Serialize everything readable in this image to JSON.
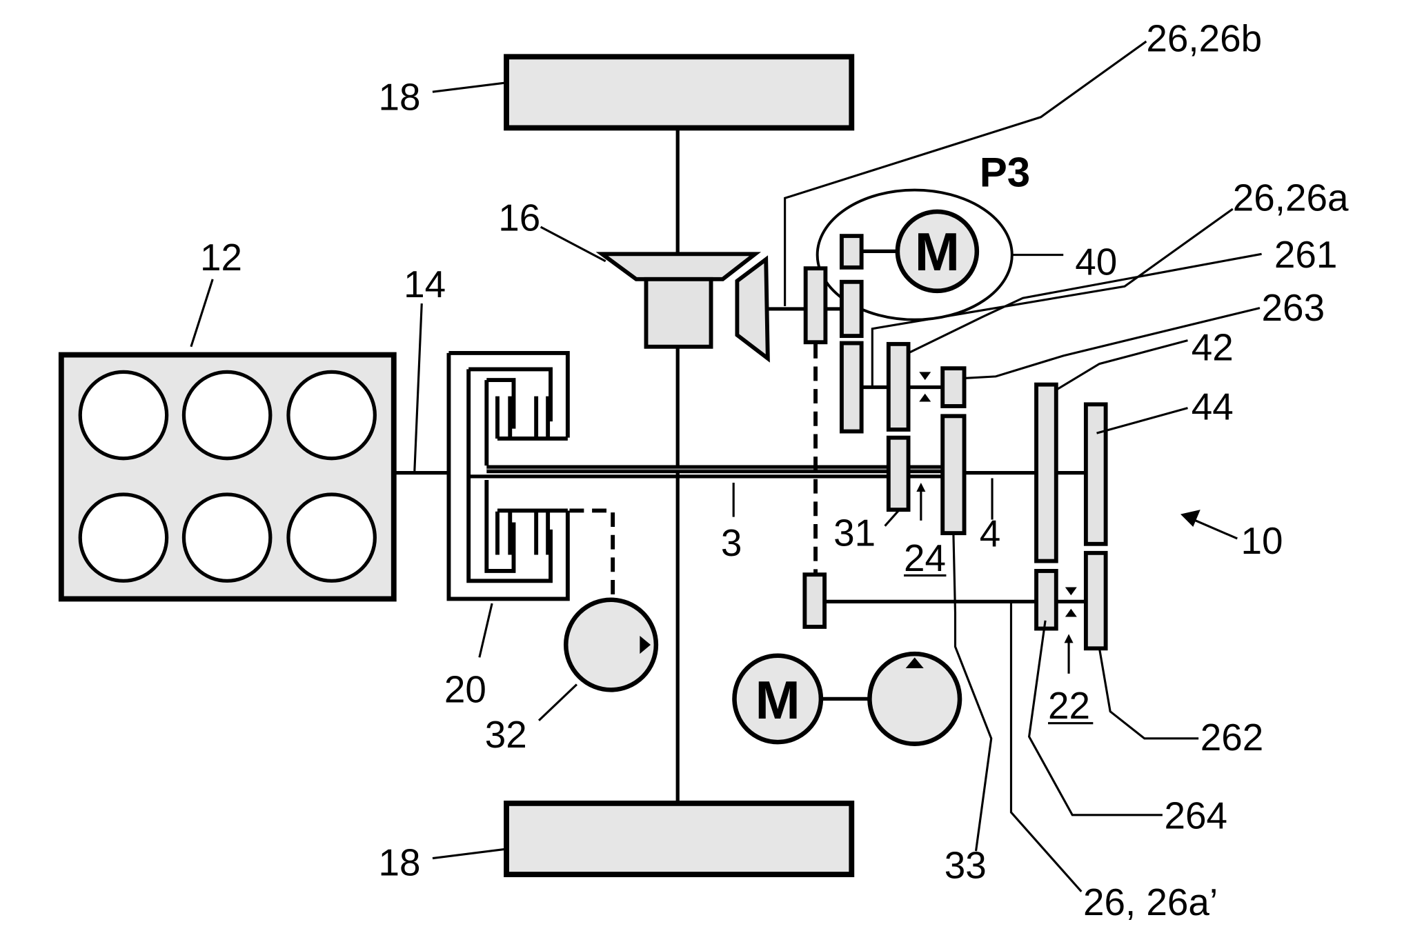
{
  "figure": {
    "type": "patent drivetrain schematic",
    "labels": {
      "wheel_top": "18",
      "wheel_bottom": "18",
      "engine": "12",
      "crankshaft": "14",
      "differential": "16",
      "dual_clutch": "20",
      "shaft_3": "3",
      "shaft_4": "4",
      "gear_31": "31",
      "shift_unit_24": "24",
      "pump_32": "32",
      "gear_33": "33",
      "p3_position": "P3",
      "motor_unit": "40",
      "gear_26b": "26,26b",
      "gear_26a": "26,26a",
      "gear_261": "261",
      "gear_263": "263",
      "gear_42": "42",
      "gear_44": "44",
      "transmission_10": "10",
      "shift_unit_22": "22",
      "gear_262": "262",
      "gear_264": "264",
      "gear_26a_prime": "26, 26a’"
    },
    "motor_symbol": "M",
    "underlined_labels": [
      "24",
      "22"
    ],
    "engine_cylinders": 6
  }
}
